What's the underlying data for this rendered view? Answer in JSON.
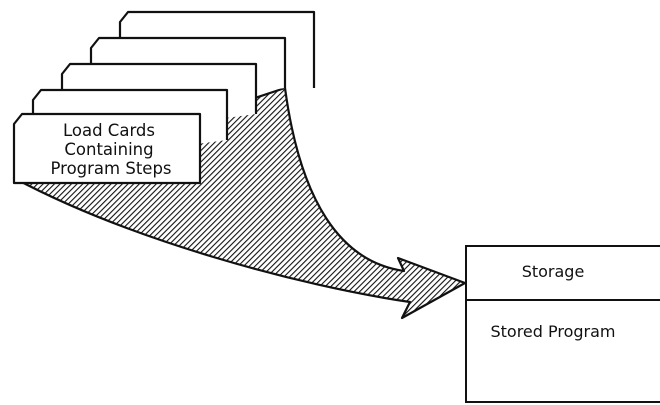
{
  "cards": {
    "count": 5,
    "label_lines": [
      "Load Cards",
      "Containing",
      "Program Steps"
    ]
  },
  "storage": {
    "title": "Storage",
    "content": "Stored Program"
  },
  "colors": {
    "ink": "#111111",
    "paper": "#ffffff"
  }
}
